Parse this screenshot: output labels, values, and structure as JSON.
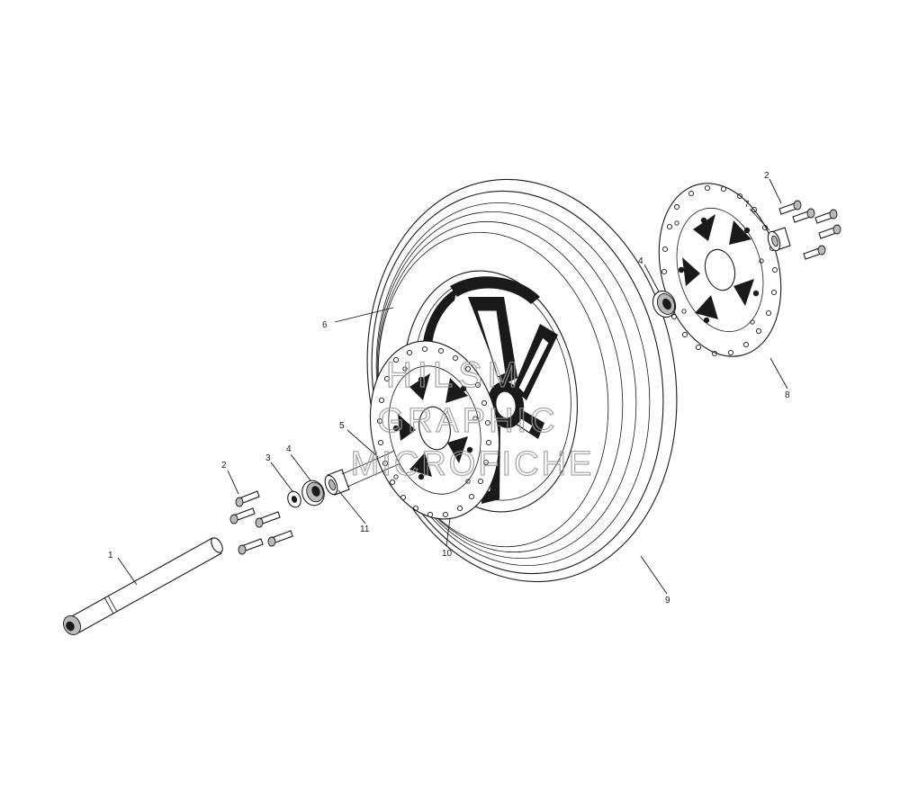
{
  "callouts": [
    {
      "id": "c1",
      "label": "1"
    },
    {
      "id": "c2a",
      "label": "2"
    },
    {
      "id": "c2b",
      "label": "2"
    },
    {
      "id": "c3",
      "label": "3"
    },
    {
      "id": "c4a",
      "label": "4"
    },
    {
      "id": "c4b",
      "label": "4"
    },
    {
      "id": "c5",
      "label": "5"
    },
    {
      "id": "c6",
      "label": "6"
    },
    {
      "id": "c7",
      "label": "7"
    },
    {
      "id": "c8",
      "label": "8"
    },
    {
      "id": "c9",
      "label": "9"
    },
    {
      "id": "c10",
      "label": "10"
    },
    {
      "id": "c11",
      "label": "11"
    }
  ],
  "watermark": {
    "line1": "HILSM",
    "line2": "GRAPHIC",
    "line3": "MICROFICHE",
    "color": "#9a9a9a"
  },
  "colors": {
    "ink": "#1a1a1a",
    "paper": "#ffffff"
  }
}
